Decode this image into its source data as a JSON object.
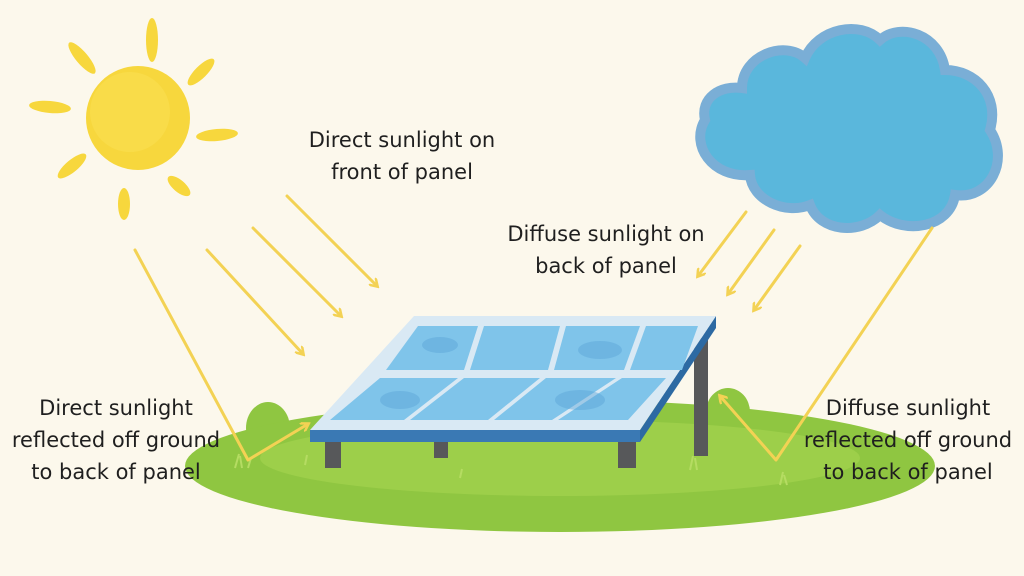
{
  "labels": {
    "direct_front": [
      "Direct sunlight on",
      "front of panel"
    ],
    "diffuse_back": [
      "Diffuse sunlight on",
      "back of panel"
    ],
    "direct_reflected": [
      "Direct sunlight",
      "reflected off ground",
      "to back of panel"
    ],
    "diffuse_reflected": [
      "Diffuse sunlight",
      "reflected off ground",
      "to back of panel"
    ]
  },
  "colors": {
    "background": "#fcf8ec",
    "sun": "#f7d73d",
    "rays": "#f3d254",
    "cloud": "#5ab7dc",
    "cloud_outline": "#7aaed6",
    "grass": "#8fc641",
    "grass_light": "#a3d34f",
    "panel_cell": "#7fc4ea",
    "panel_frame": "#d9e9f4",
    "panel_edge": "#3a79b4",
    "post": "#57585a"
  }
}
